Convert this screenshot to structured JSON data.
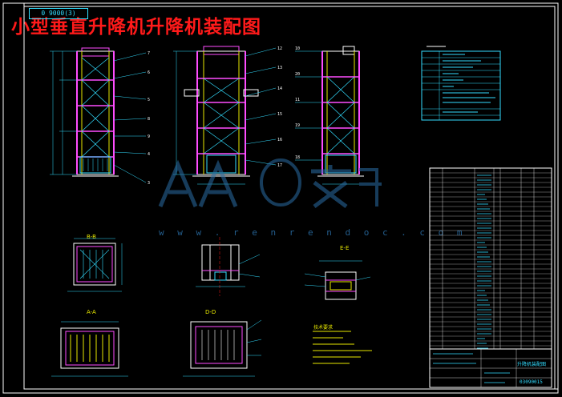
{
  "drawing": {
    "title": "小型垂直升降机升降机装配图",
    "scale_label": "0 9000(3)",
    "watermark_site": "w w w . r e n r e n d o c . c o m",
    "section_labels": [
      "B-B",
      "A-A",
      "D-D",
      "E-E"
    ],
    "title_block": {
      "drawing_number": "03090015",
      "label_cn": "升降机装配图"
    },
    "tech_notes_heading": "技术要求"
  }
}
